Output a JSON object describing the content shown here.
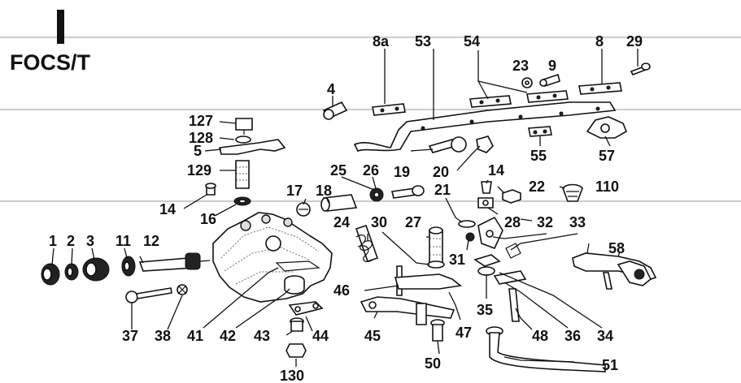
{
  "header": {
    "section_mark": "I",
    "title": "FOCS/T"
  },
  "callouts": {
    "c1": "1",
    "c2": "2",
    "c3": "3",
    "c4": "4",
    "c5": "5",
    "c8": "8",
    "c8a": "8a",
    "c9": "9",
    "c11": "11",
    "c12": "12",
    "c14a": "14",
    "c14b": "14",
    "c16": "16",
    "c17": "17",
    "c18": "18",
    "c19": "19",
    "c20": "20",
    "c21": "21",
    "c22": "22",
    "c23": "23",
    "c24": "24",
    "c25": "25",
    "c26": "26",
    "c27": "27",
    "c28": "28",
    "c29": "29",
    "c30": "30",
    "c31": "31",
    "c32": "32",
    "c33": "33",
    "c34": "34",
    "c35": "35",
    "c36": "36",
    "c37": "37",
    "c38": "38",
    "c41": "41",
    "c42": "42",
    "c43": "43",
    "c44": "44",
    "c45": "45",
    "c46": "46",
    "c47": "47",
    "c48": "48",
    "c50": "50",
    "c51": "51",
    "c53": "53",
    "c54": "54",
    "c55": "55",
    "c57": "57",
    "c58": "58",
    "c110": "110",
    "c127": "127",
    "c128": "128",
    "c129": "129",
    "c130": "130"
  }
}
